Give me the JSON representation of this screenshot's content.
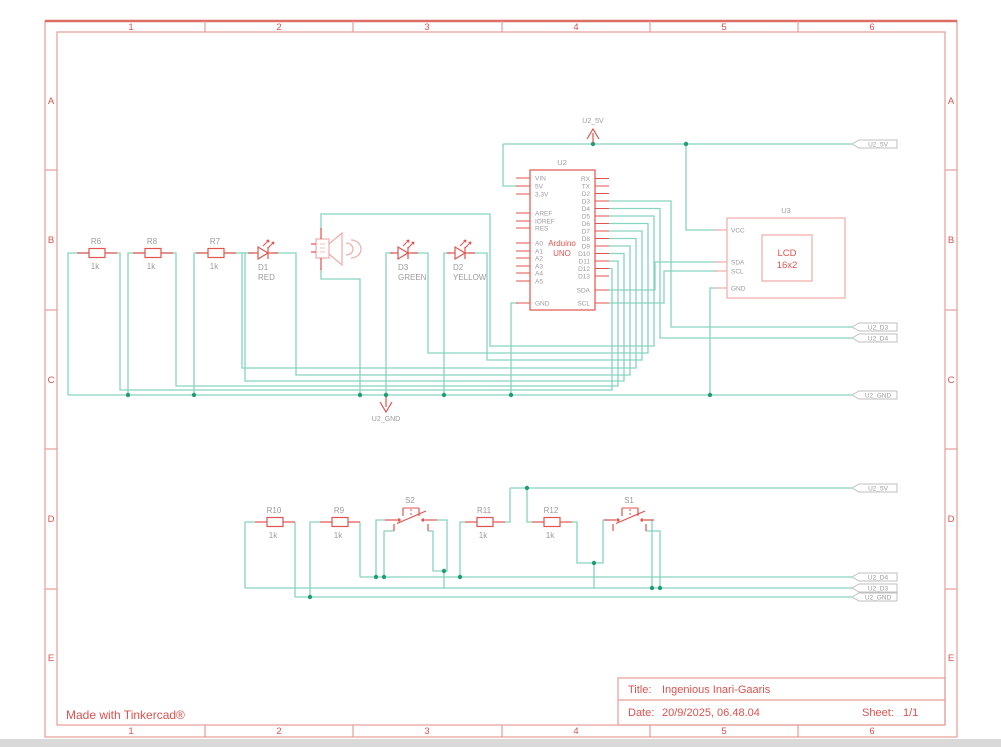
{
  "frame": {
    "columns": [
      "1",
      "2",
      "3",
      "4",
      "5",
      "6"
    ],
    "rows": [
      "A",
      "B",
      "C",
      "D",
      "E"
    ]
  },
  "title_block": {
    "title_label": "Title:",
    "title": "Ingenious Inari-Gaaris",
    "date_label": "Date:",
    "date": "20/9/2025, 06.48.04",
    "sheet_label": "Sheet:",
    "sheet": "1/1"
  },
  "footer": {
    "credit": "Made with Tinkercad®"
  },
  "arduino": {
    "ref": "U2",
    "name_line1": "Arduino",
    "name_line2": "UNO",
    "left_pins": [
      "VIN",
      "5V",
      "3.3V",
      "AREF",
      "IOREF",
      "RES",
      "A0",
      "A1",
      "A2",
      "A3",
      "A4",
      "A5",
      "GND"
    ],
    "right_pins": [
      "RX",
      "TX",
      "D2",
      "D3",
      "D4",
      "D5",
      "D6",
      "D7",
      "D8",
      "D9",
      "D10",
      "D11",
      "D12",
      "D13",
      "SDA",
      "SCL"
    ]
  },
  "lcd": {
    "ref": "U3",
    "pins": [
      "VCC",
      "SDA",
      "SCL",
      "GND"
    ],
    "label_line1": "LCD",
    "label_line2": "16x2"
  },
  "resistors": [
    {
      "ref": "R6",
      "value": "1k"
    },
    {
      "ref": "R8",
      "value": "1k"
    },
    {
      "ref": "R7",
      "value": "1k"
    },
    {
      "ref": "R10",
      "value": "1k"
    },
    {
      "ref": "R9",
      "value": "1k"
    },
    {
      "ref": "R11",
      "value": "1k"
    },
    {
      "ref": "R12",
      "value": "1k"
    }
  ],
  "leds": [
    {
      "ref": "D1",
      "color_label": "RED"
    },
    {
      "ref": "D3",
      "color_label": "GREEN"
    },
    {
      "ref": "D2",
      "color_label": "YELLOW"
    }
  ],
  "switches": [
    {
      "ref": "S2"
    },
    {
      "ref": "S1"
    }
  ],
  "power_flags": {
    "u2_5v": "U2_5V",
    "u2_gnd": "U2_GND"
  },
  "net_tags": [
    {
      "label": "U2_5V"
    },
    {
      "label": "U2_D3"
    },
    {
      "label": "U2_D4"
    },
    {
      "label": "U2_GND"
    },
    {
      "label": "U2_5V"
    },
    {
      "label": "U2_D4"
    },
    {
      "label": "U2_D3"
    },
    {
      "label": "U2_GND"
    }
  ],
  "colors": {
    "wire": "#86d3bf",
    "junction": "#1f9d75",
    "component": "#e0534e",
    "component_light": "#efaca6",
    "label": "#9b9b9b",
    "frame_text": "#d9534f",
    "frame_line": "#e79d97",
    "tag_border": "#bfbfbf"
  }
}
